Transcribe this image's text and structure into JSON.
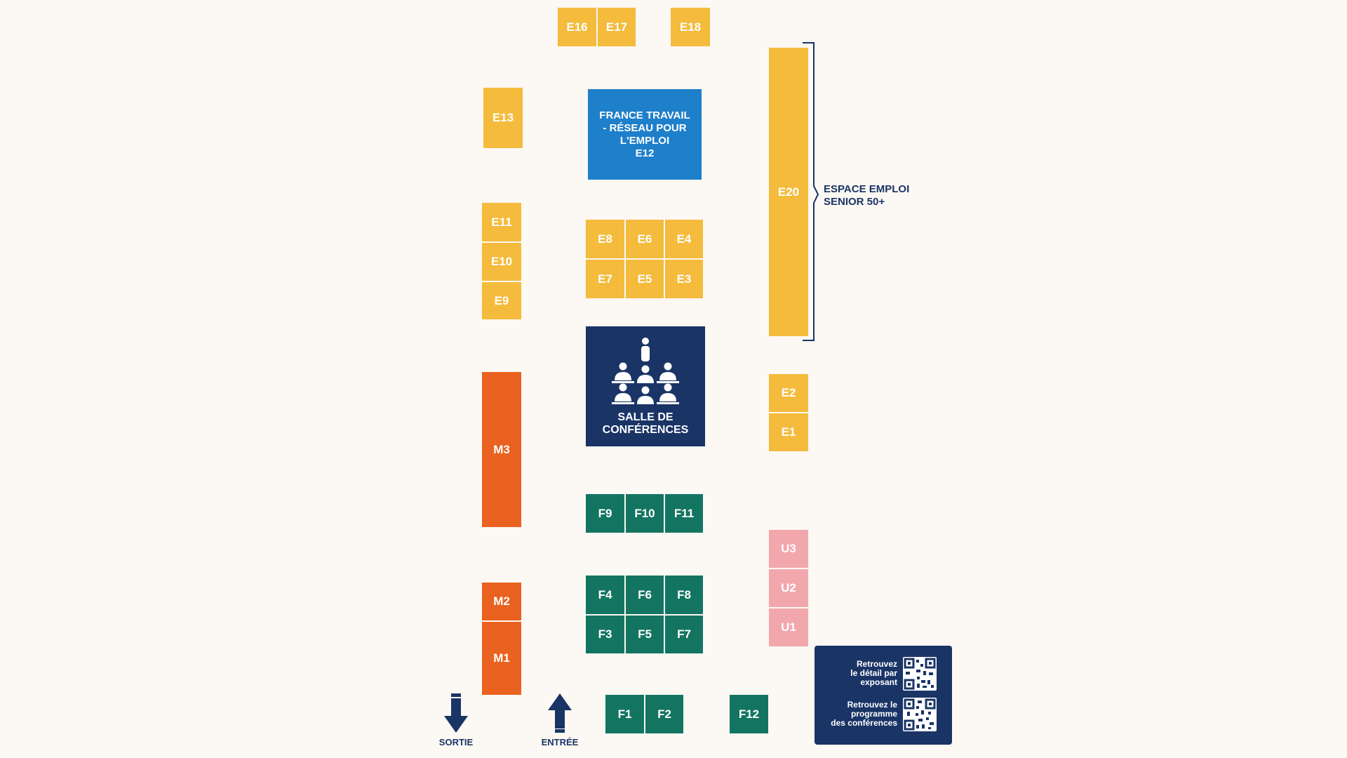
{
  "booths": {
    "E16": "E16",
    "E17": "E17",
    "E18": "E18",
    "E13": "E13",
    "E11": "E11",
    "E10": "E10",
    "E9": "E9",
    "E8": "E8",
    "E6": "E6",
    "E4": "E4",
    "E7": "E7",
    "E5": "E5",
    "E3": "E3",
    "E20": "E20",
    "E2": "E2",
    "E1": "E1",
    "M3": "M3",
    "M2": "M2",
    "M1": "M1",
    "F9": "F9",
    "F10": "F10",
    "F11": "F11",
    "F4": "F4",
    "F6": "F6",
    "F8": "F8",
    "F3": "F3",
    "F5": "F5",
    "F7": "F7",
    "F1": "F1",
    "F2": "F2",
    "F12": "F12",
    "U3": "U3",
    "U2": "U2",
    "U1": "U1"
  },
  "france_travail": {
    "line1": "FRANCE TRAVAIL",
    "line2": "- RÉSEAU POUR",
    "line3": "L'EMPLOI",
    "code": "E12"
  },
  "conference_room": {
    "line1": "SALLE DE",
    "line2": "CONFÉRENCES",
    "icon": "audience-icon"
  },
  "zone_senior": {
    "line1": "ESPACE EMPLOI",
    "line2": "SENIOR 50+"
  },
  "exit_label": "SORTIE",
  "entrance_label": "ENTRÉE",
  "qr_panel": {
    "exhibitor": {
      "line1": "Retrouvez",
      "line2": "le détail par",
      "line3": "exposant"
    },
    "program": {
      "line1": "Retrouvez le",
      "line2": "programme",
      "line3": "des conférences"
    }
  },
  "colors": {
    "background": "#fcf8f3",
    "yellow_zone": "#f4bb3c",
    "orange_zone": "#e9621f",
    "green_zone": "#137561",
    "pink_zone": "#f2a7ad",
    "france_travail": "#1e7fcb",
    "navy": "#1a3466"
  }
}
